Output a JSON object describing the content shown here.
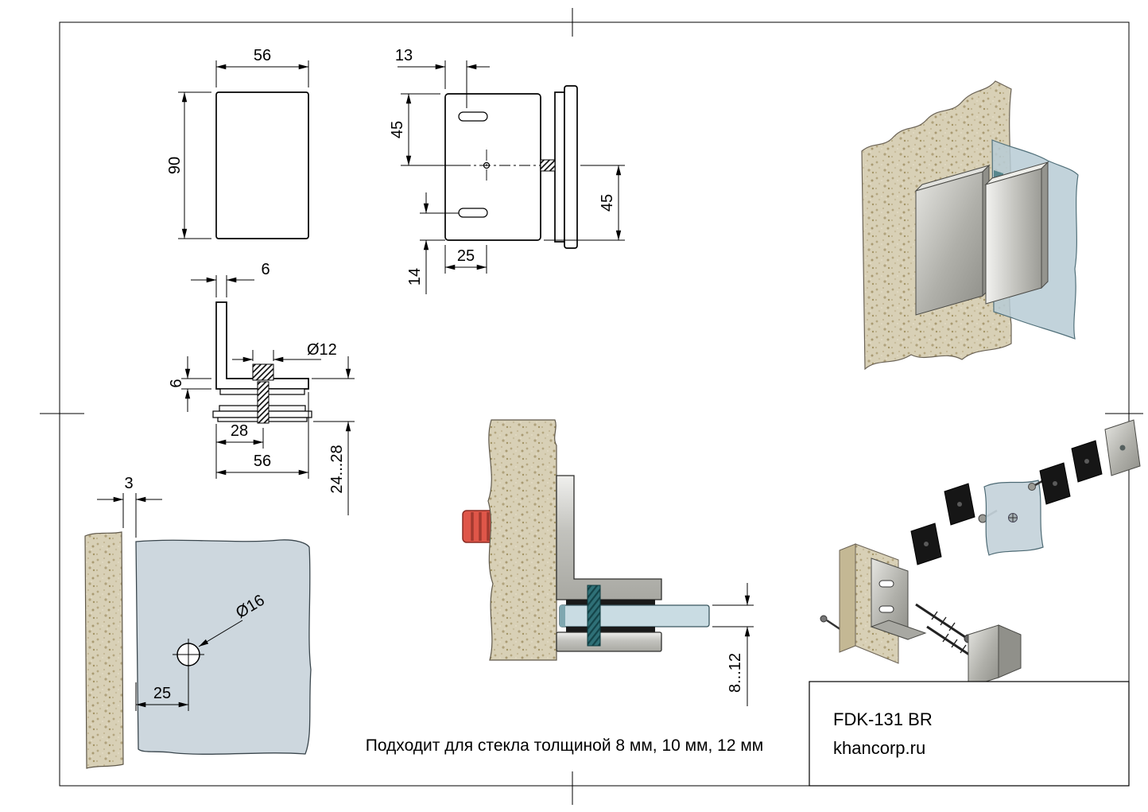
{
  "drawing": {
    "note": "Подходит для стекла толщиной 8 мм, 10 мм, 12 мм",
    "title_block": {
      "model": "FDK-131 BR",
      "website": "khancorp.ru"
    },
    "views": {
      "front": {
        "width": "56",
        "height": "90"
      },
      "side": {
        "slot_offset": "13",
        "top_to_center": "45",
        "center_to_bottom": "45",
        "hole_offset": "25",
        "slot_to_edge": "14"
      },
      "profile": {
        "leg_thickness": "6",
        "base_thickness": "6",
        "screw_diameter": "Ø12",
        "screw_offset": "28",
        "base_width": "56",
        "clamp_range": "24...28"
      },
      "wall": {
        "gap": "3",
        "hole_diameter": "Ø16",
        "hole_offset": "25"
      },
      "section": {
        "glass_thickness": "8...12"
      }
    },
    "colors": {
      "wall_fill": "#d8d0b6",
      "glass_fill": "#c9d6dd",
      "anchor_red": "#df5649",
      "metal_gray": "#b9b9b4",
      "gasket_black": "#1a1a1a",
      "screw_teal": "#2f7077",
      "line": "#000000"
    }
  }
}
